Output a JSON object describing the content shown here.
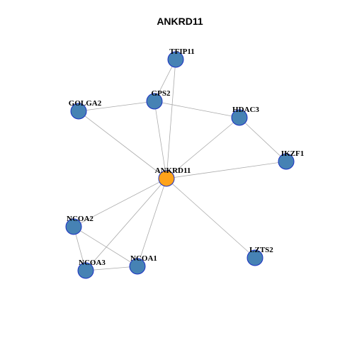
{
  "graph": {
    "title": "ANKRD11",
    "colors": {
      "hub_fill": "#ffa31a",
      "node_fill": "#4682b4",
      "node_border": "#1a2fc2",
      "edge": "#aaaaaa"
    },
    "nodes": [
      {
        "id": "TFIP11",
        "label": "TFIP11",
        "hub": false
      },
      {
        "id": "GPS2",
        "label": "GPS2",
        "hub": false
      },
      {
        "id": "GOLGA2",
        "label": "GOLGA2",
        "hub": false
      },
      {
        "id": "HDAC3",
        "label": "HDAC3",
        "hub": false
      },
      {
        "id": "IKZF1",
        "label": "IKZF1",
        "hub": false
      },
      {
        "id": "ANKRD11",
        "label": "ANKRD11",
        "hub": true
      },
      {
        "id": "NCOA2",
        "label": "NCOA2",
        "hub": false
      },
      {
        "id": "LZTS2",
        "label": "LZTS2",
        "hub": false
      },
      {
        "id": "NCOA1",
        "label": "NCOA1",
        "hub": false
      },
      {
        "id": "NCOA3",
        "label": "NCOA3",
        "hub": false
      }
    ],
    "edges": [
      [
        "TFIP11",
        "GPS2"
      ],
      [
        "TFIP11",
        "ANKRD11"
      ],
      [
        "GOLGA2",
        "GPS2"
      ],
      [
        "GOLGA2",
        "ANKRD11"
      ],
      [
        "GPS2",
        "HDAC3"
      ],
      [
        "GPS2",
        "ANKRD11"
      ],
      [
        "HDAC3",
        "IKZF1"
      ],
      [
        "HDAC3",
        "ANKRD11"
      ],
      [
        "IKZF1",
        "ANKRD11"
      ],
      [
        "ANKRD11",
        "NCOA2"
      ],
      [
        "ANKRD11",
        "LZTS2"
      ],
      [
        "ANKRD11",
        "NCOA1"
      ],
      [
        "ANKRD11",
        "NCOA3"
      ],
      [
        "NCOA2",
        "NCOA1"
      ],
      [
        "NCOA2",
        "NCOA3"
      ],
      [
        "NCOA3",
        "NCOA1"
      ]
    ]
  }
}
